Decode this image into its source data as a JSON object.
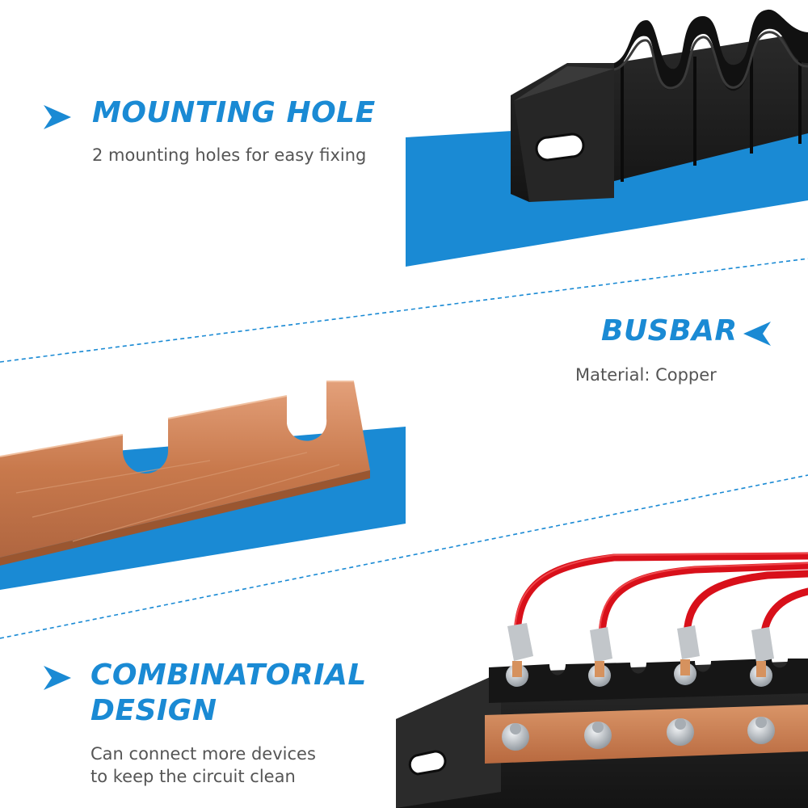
{
  "colors": {
    "accent_blue": "#1a8ad4",
    "body_text": "#555555",
    "copper": "#c8794c",
    "wire_red": "#d8101a",
    "plastic_black": "#1e1e1e"
  },
  "sections": [
    {
      "heading": "MOUNTING HOLE",
      "description": "2 mounting holes for easy fixing",
      "icon": "chevron-right-icon"
    },
    {
      "heading": "BUSBAR",
      "description": "Material: Copper",
      "icon": "chevron-left-icon"
    },
    {
      "heading_lines": [
        "COMBINATORIAL",
        "DESIGN"
      ],
      "description_lines": [
        "Can connect more devices",
        "to keep the circuit clean"
      ],
      "icon": "chevron-right-icon"
    }
  ]
}
